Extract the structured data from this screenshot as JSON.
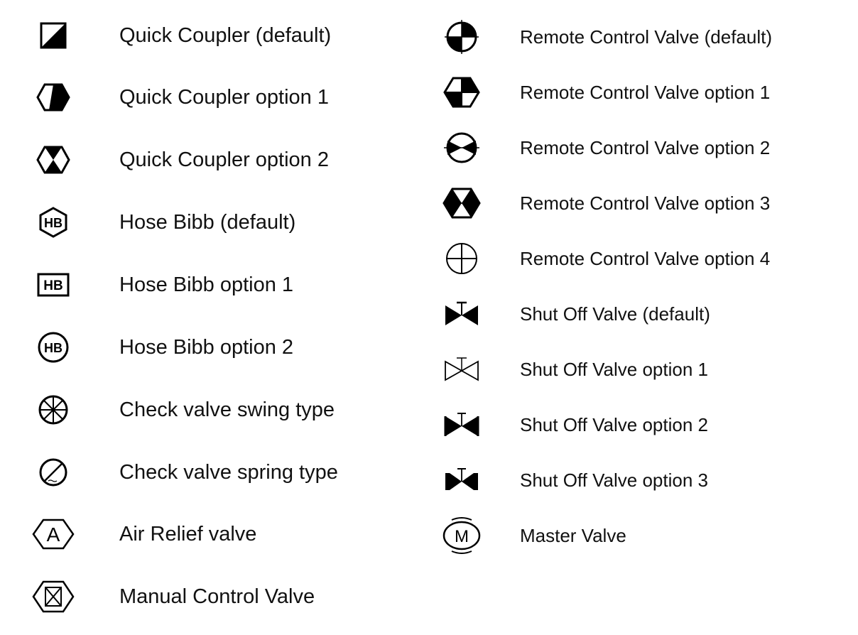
{
  "legend": {
    "left_column": [
      {
        "label": "Quick Coupler (default)",
        "icon": "quick-coupler-default-icon"
      },
      {
        "label": "Quick Coupler option 1",
        "icon": "quick-coupler-option-1-icon"
      },
      {
        "label": "Quick Coupler option 2",
        "icon": "quick-coupler-option-2-icon"
      },
      {
        "label": "Hose Bibb (default)",
        "icon": "hose-bibb-default-icon"
      },
      {
        "label": "Hose Bibb option 1",
        "icon": "hose-bibb-option-1-icon"
      },
      {
        "label": "Hose Bibb option 2",
        "icon": "hose-bibb-option-2-icon"
      },
      {
        "label": "Check valve swing type",
        "icon": "check-valve-swing-icon"
      },
      {
        "label": "Check valve spring type",
        "icon": "check-valve-spring-icon"
      },
      {
        "label": "Air Relief valve",
        "icon": "air-relief-valve-icon"
      },
      {
        "label": "Manual Control Valve",
        "icon": "manual-control-valve-icon"
      }
    ],
    "right_column": [
      {
        "label": "Remote Control Valve (default)",
        "icon": "remote-control-valve-default-icon"
      },
      {
        "label": "Remote Control Valve option 1",
        "icon": "remote-control-valve-option-1-icon"
      },
      {
        "label": "Remote Control Valve option 2",
        "icon": "remote-control-valve-option-2-icon"
      },
      {
        "label": "Remote Control Valve option 3",
        "icon": "remote-control-valve-option-3-icon"
      },
      {
        "label": "Remote Control Valve option 4",
        "icon": "remote-control-valve-option-4-icon"
      },
      {
        "label": "Shut Off Valve (default)",
        "icon": "shut-off-valve-default-icon"
      },
      {
        "label": "Shut Off Valve option 1",
        "icon": "shut-off-valve-option-1-icon"
      },
      {
        "label": "Shut Off Valve option 2",
        "icon": "shut-off-valve-option-2-icon"
      },
      {
        "label": "Shut Off Valve option 3",
        "icon": "shut-off-valve-option-3-icon"
      },
      {
        "label": "Master Valve",
        "icon": "master-valve-icon"
      }
    ],
    "symbol_text": {
      "hose_bibb": "HB",
      "air_relief": "A",
      "master": "M"
    }
  }
}
